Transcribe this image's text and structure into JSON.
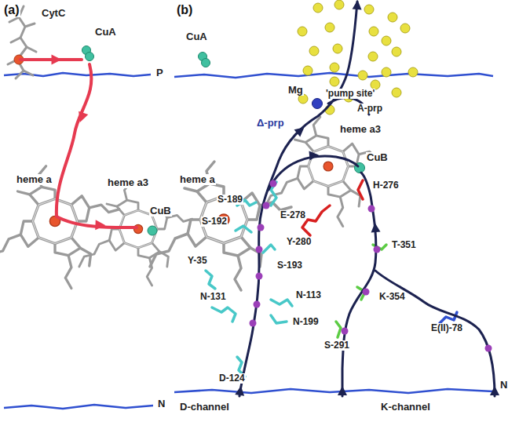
{
  "diagram": {
    "labels": [
      "(a)",
      "CytC",
      "CuA",
      "P",
      "heme a",
      "heme a3",
      "CuB",
      "N",
      "(b)",
      "CuA",
      "Mg",
      "'pump site'",
      "A-prp",
      "Δ-prp",
      "heme a",
      "heme a3",
      "CuB",
      "H-276",
      "S-189",
      "S-192",
      "E-278",
      "Y-35",
      "S-193",
      "Y-280",
      "T-351",
      "N-131",
      "N-113",
      "K-354",
      "E(II)-78",
      "N-199",
      "S-291",
      "D-124",
      "N",
      "D-channel",
      "K-channel"
    ]
  }
}
